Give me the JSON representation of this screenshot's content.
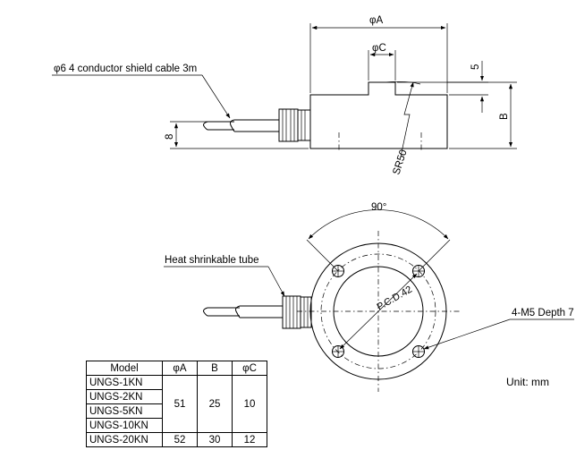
{
  "labels": {
    "dim_a": "φA",
    "dim_c": "φC",
    "dim_5": "5",
    "dim_b": "B",
    "dim_8": "8",
    "radius": "SR50",
    "cable": "φ6  4 conductor shield cable  3m",
    "angle": "90°",
    "tube": "Heat shrinkable tube",
    "pcd": "P.C.D.42",
    "holes": "4-M5 Depth 7",
    "unit": "Unit: mm"
  },
  "table": {
    "headers": [
      "Model",
      "φA",
      "B",
      "φC"
    ],
    "rows": [
      {
        "model": "UNGS-1KN"
      },
      {
        "model": "UNGS-2KN"
      },
      {
        "model": "UNGS-5KN"
      },
      {
        "model": "UNGS-10KN"
      },
      {
        "model": "UNGS-20KN"
      }
    ],
    "group_values": {
      "a": "51",
      "b": "25",
      "c": "10"
    },
    "last_values": {
      "a": "52",
      "b": "30",
      "c": "12"
    }
  }
}
